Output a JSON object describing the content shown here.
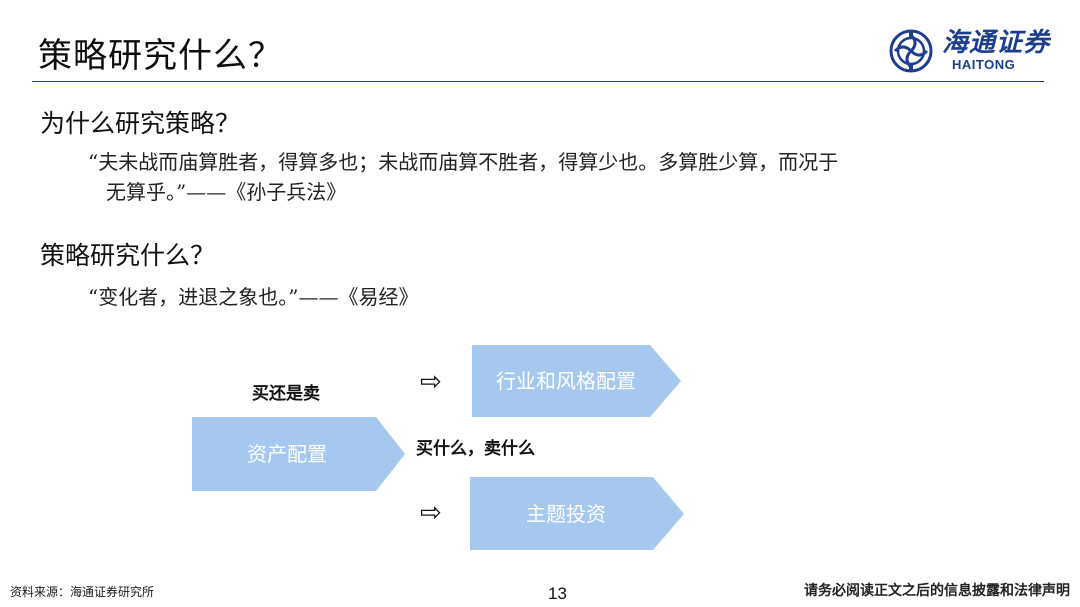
{
  "header": {
    "title": "策略研究什么？",
    "logo": {
      "cn": "海通证券",
      "en": "HAITONG",
      "icon": "haitong-emblem-icon",
      "color": "#1d3d8f"
    }
  },
  "section1": {
    "heading": "为什么研究策略？",
    "quote_line1": "“夫未战而庙算胜者，得算多也；未战而庙算不胜者，得算少也。多算胜少算，而况于",
    "quote_line2": "无算乎。”——《孙子兵法》"
  },
  "section2": {
    "heading": "策略研究什么？",
    "quote": "“变化者，进退之象也。”——《易经》"
  },
  "flow": {
    "label_top": "买还是卖",
    "label_middle": "买什么，卖什么",
    "box_source": "资产配置",
    "box_top": "行业和风格配置",
    "box_bottom": "主题投资",
    "arrow_glyph": "⇨",
    "box_color": "#a6c8ee"
  },
  "footer": {
    "source": "资料来源：海通证券研究所",
    "page": "13",
    "disclaimer": "请务必阅读正文之后的信息披露和法律声明"
  }
}
